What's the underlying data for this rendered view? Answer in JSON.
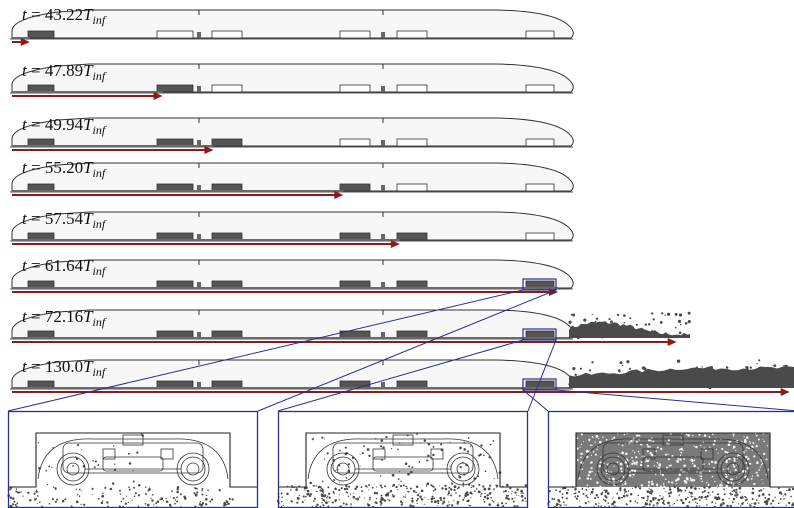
{
  "colors": {
    "train_outline": "#333333",
    "train_fill": "#f7f7f7",
    "arrow": "#8b1a1a",
    "particles": "#4a4a4a",
    "bogie_fill": "#555555",
    "zoom_frame": "#2a2f8f"
  },
  "panels": [
    {
      "symbol": "t",
      "equals": " = ",
      "value": "43.22",
      "unit": "T",
      "subscript": "inf",
      "front_fraction": 0.035,
      "wake": 0
    },
    {
      "symbol": "t",
      "equals": " = ",
      "value": "47.89",
      "unit": "T",
      "subscript": "inf",
      "front_fraction": 0.27,
      "wake": 0
    },
    {
      "symbol": "t",
      "equals": " = ",
      "value": "49.94",
      "unit": "T",
      "subscript": "inf",
      "front_fraction": 0.36,
      "wake": 0
    },
    {
      "symbol": "t",
      "equals": " = ",
      "value": "55.20",
      "unit": "T",
      "subscript": "inf",
      "front_fraction": 0.59,
      "wake": 0
    },
    {
      "symbol": "t",
      "equals": " = ",
      "value": "57.54",
      "unit": "T",
      "subscript": "inf",
      "front_fraction": 0.69,
      "wake": 0
    },
    {
      "symbol": "t",
      "equals": " = ",
      "value": "61.64",
      "unit": "T",
      "subscript": "inf",
      "front_fraction": 0.97,
      "wake": 0
    },
    {
      "symbol": "t",
      "equals": " = ",
      "value": "72.16",
      "unit": "T",
      "subscript": "inf",
      "front_fraction": 1.18,
      "wake": 1
    },
    {
      "symbol": "t",
      "equals": " = ",
      "value": "130.0",
      "unit": "T",
      "subscript": "inf",
      "front_fraction": 1.38,
      "wake": 2
    }
  ],
  "zoom_insets": [
    {
      "name": "zoom-inset-1",
      "density": 0.25
    },
    {
      "name": "zoom-inset-2",
      "density": 0.6
    },
    {
      "name": "zoom-inset-3",
      "density": 1.0
    }
  ]
}
